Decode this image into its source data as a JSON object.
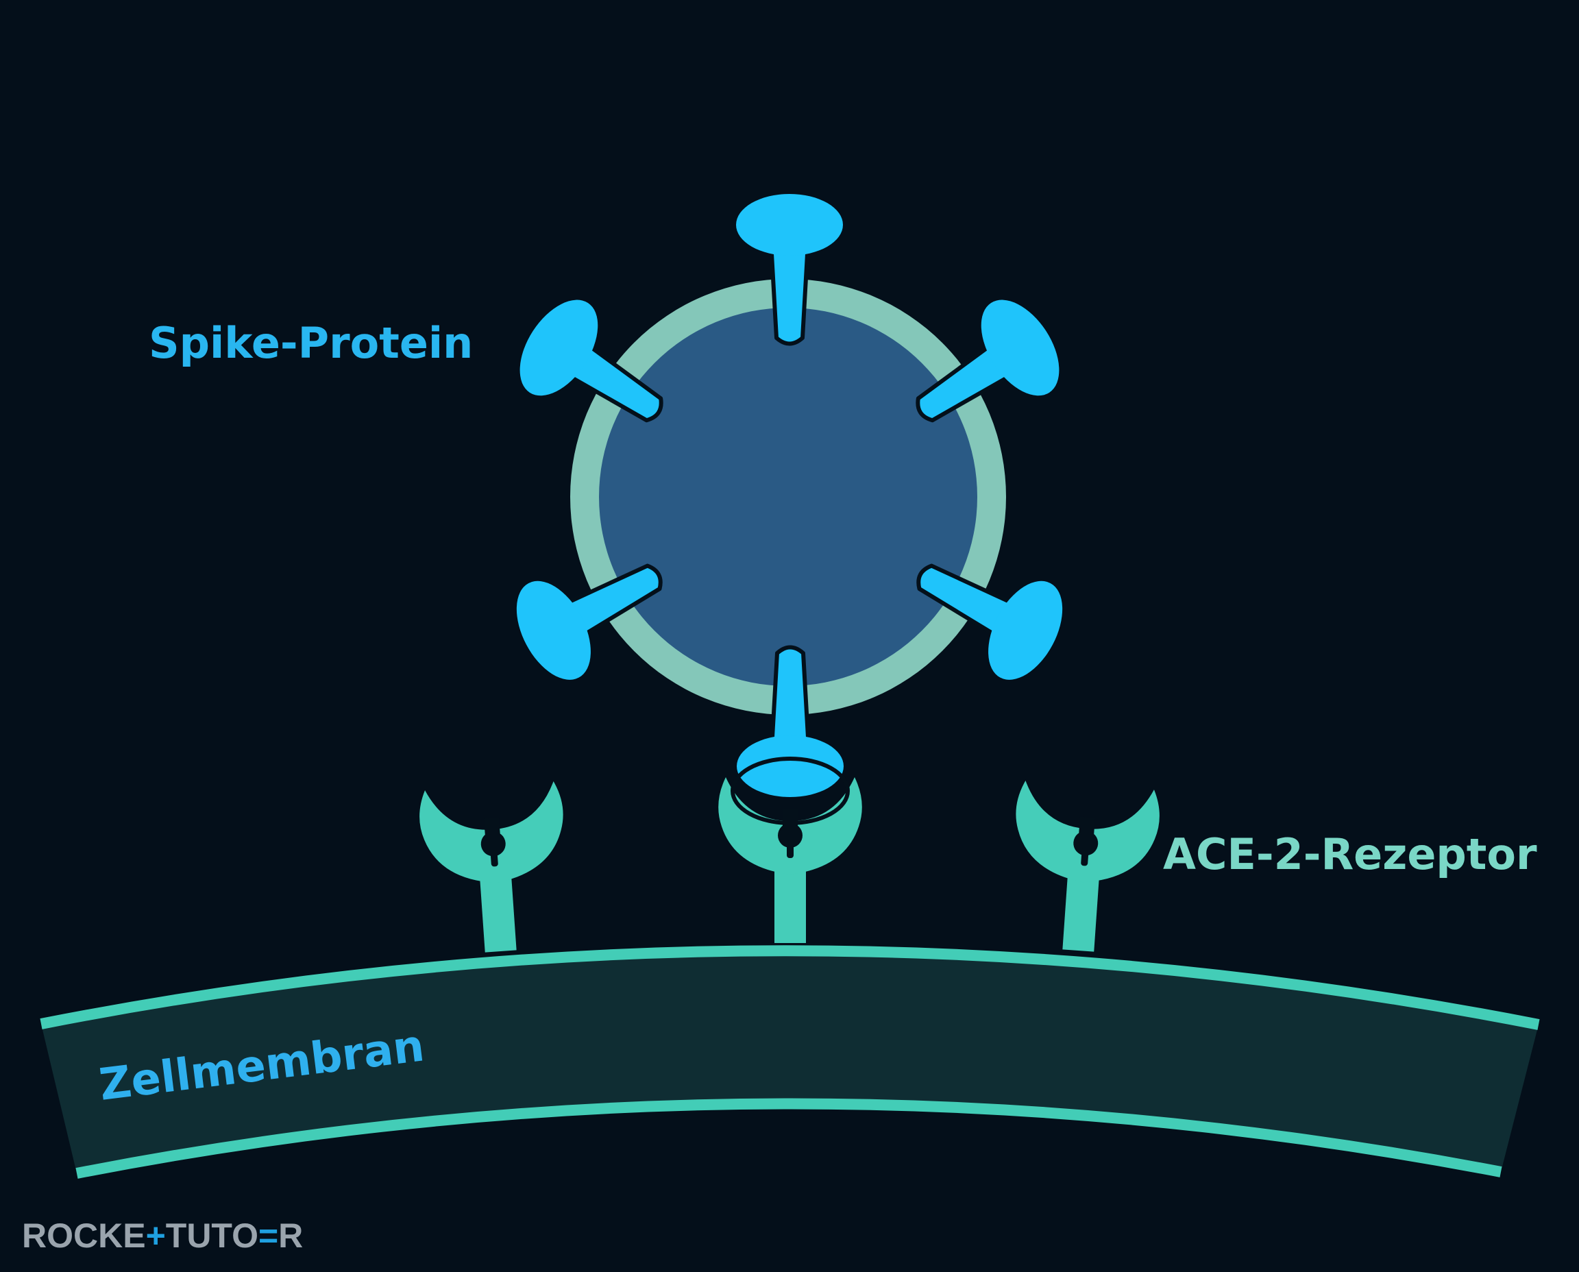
{
  "labels": {
    "spike_protein": "Spike-Protein",
    "ace2_receptor": "ACE-2-Rezeptor",
    "cell_membrane": "Zellmembran"
  },
  "logo": {
    "part1": "ROCKE",
    "part2": "TUTO",
    "part3": "R"
  },
  "colors": {
    "background": "#040f1a",
    "virus_core": "#2a5a85",
    "virus_envelope": "#84c7b9",
    "spike": "#1fc4fb",
    "receptor": "#45cdb9",
    "membrane_line": "#43cdb7",
    "membrane_fill": "#0f2d33",
    "label_blue": "#29b6f0",
    "label_teal": "#7ad7c6"
  },
  "icons": {
    "virus": "coronavirus-particle",
    "spike": "spike-protein",
    "receptor": "ace2-receptor",
    "membrane": "cell-membrane"
  }
}
